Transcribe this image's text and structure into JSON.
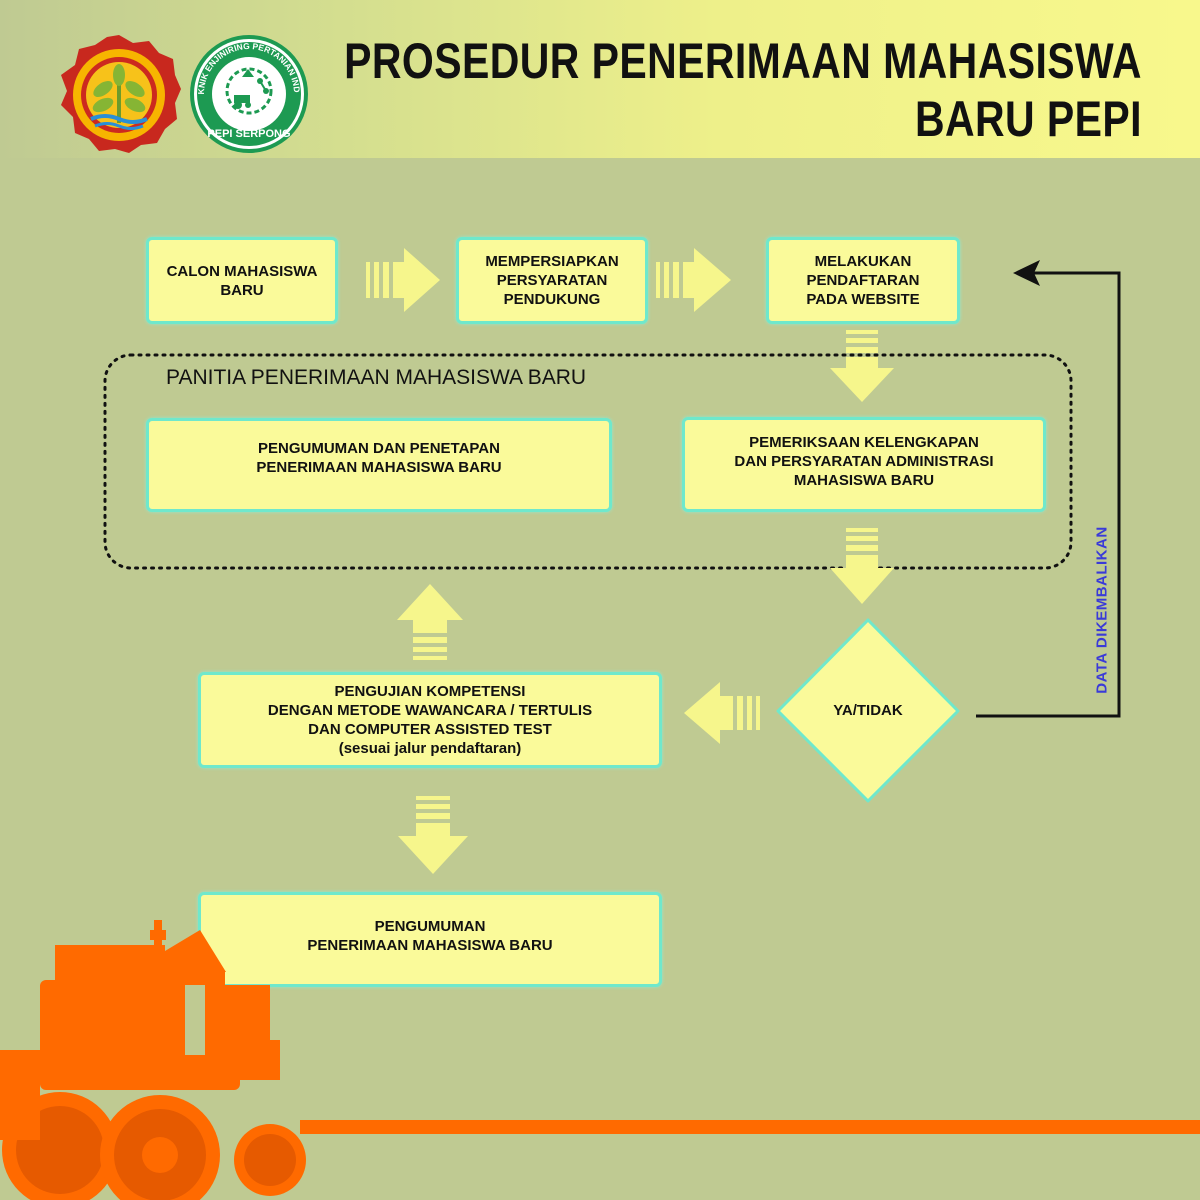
{
  "header": {
    "title_line1": "PROSEDUR PENERIMAAN MAHASISWA",
    "title_line2": "BARU PEPI"
  },
  "logos": {
    "ministry": {
      "icon": "ministry-of-agriculture-emblem"
    },
    "pepi": {
      "ring_text": "POLITEKNIK ENJINIRING PERTANIAN INDONESIA",
      "bottom_text": "PEPI SERPONG"
    }
  },
  "steps": {
    "calon": [
      "CALON MAHASISWA",
      "BARU"
    ],
    "persyaratan": [
      "MEMPERSIAPKAN",
      "PERSYARATAN",
      "PENDUKUNG"
    ],
    "pendaftaran": [
      "MELAKUKAN",
      "PENDAFTARAN",
      "PADA WEBSITE"
    ],
    "pemeriksaan": [
      "PEMERIKSAAN KELENGKAPAN",
      "DAN PERSYARATAN ADMINISTRASI",
      "MAHASISWA BARU"
    ],
    "penetapan": [
      "PENGUMUMAN DAN PENETAPAN",
      "PENERIMAAN MAHASISWA BARU"
    ],
    "pengujian": [
      "PENGUJIAN KOMPETENSI",
      "DENGAN METODE WAWANCARA / TERTULIS",
      "DAN COMPUTER ASSISTED TEST",
      "(sesuai jalur pendaftaran)"
    ],
    "pengumuman": [
      "PENGUMUMAN",
      "PENERIMAAN MAHASISWA BARU"
    ]
  },
  "panel_label": "PANITIA PENERIMAAN MAHASISWA BARU",
  "decision_label": "YA/TIDAK",
  "return_label": "DATA DIKEMBALIKAN",
  "colors": {
    "background": "#bfca92",
    "box_fill": "#fafa9a",
    "box_border": "#6fe8cc",
    "arrow": "#f6f68c",
    "accent_orange": "#ff6a00",
    "return_text": "#3a3ad8"
  }
}
